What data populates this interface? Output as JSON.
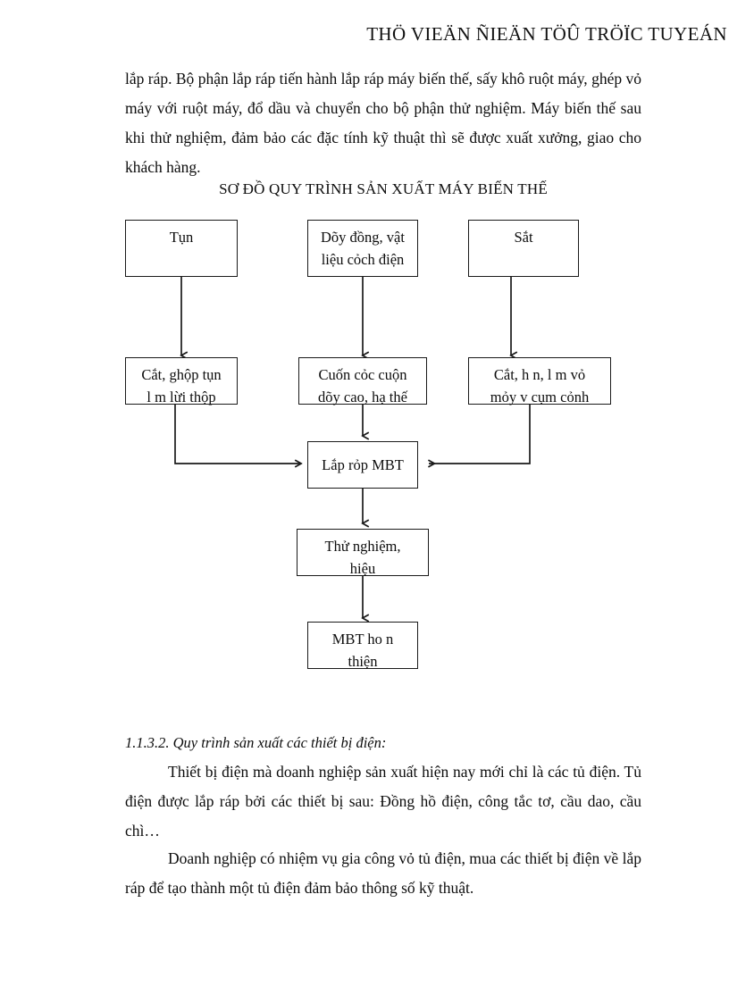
{
  "header": {
    "text": "THÖ VIEÄN ÑIEÄN TÖÛ TRÖÏC TUYEÁN"
  },
  "top_paragraph": {
    "text": "lắp ráp. Bộ phận lắp ráp tiến hành lắp ráp máy biến thế, sấy khô ruột máy, ghép vỏ máy với ruột máy, đổ dầu và chuyển cho bộ phận thử nghiệm. Máy biến thế sau khi thử nghiệm, đảm bảo các đặc tính kỹ thuật thì sẽ được xuất xưởng, giao cho khách hàng."
  },
  "diagram": {
    "title": "SƠ ĐỒ QUY TRÌNH SẢN XUẤT MÁY BIẾN THẾ",
    "nodes": {
      "ton": "Tụn",
      "day_dong": "Dõy đồng, vật\nliệu cỏch điện",
      "sat": "Sắt",
      "cat_ghep_ton": "Cắt, ghộp tụn\nl   m lừi thộp",
      "cuon_coc": "Cuốn cỏc cuộn\ndõy cao, hạ thế",
      "cat_han": "Cắt, h   n, l   m vỏ\nmỏy v    cụm cỏnh",
      "lap_rap_mbt": "Lắp rỏp MBT",
      "thu_nghiem": "Thử nghiệm,\nhiệu",
      "mbt_hoan_thien": "MBT ho   n\nthiện"
    }
  },
  "section": {
    "heading": "1.1.3.2. Quy trình sản xuất các thiết bị điện:",
    "paragraph_1": "Thiết bị điện mà doanh nghiệp sản xuất hiện nay mới chỉ là các tủ điện. Tủ điện được lắp ráp bởi các thiết bị sau: Đồng hồ điện, công tắc tơ, cầu dao, cầu chì…",
    "paragraph_2": "Doanh nghiệp có nhiệm vụ gia công vỏ tủ điện, mua các thiết bị điện về lắp ráp để tạo thành một tủ điện đảm bảo thông số kỹ thuật."
  }
}
